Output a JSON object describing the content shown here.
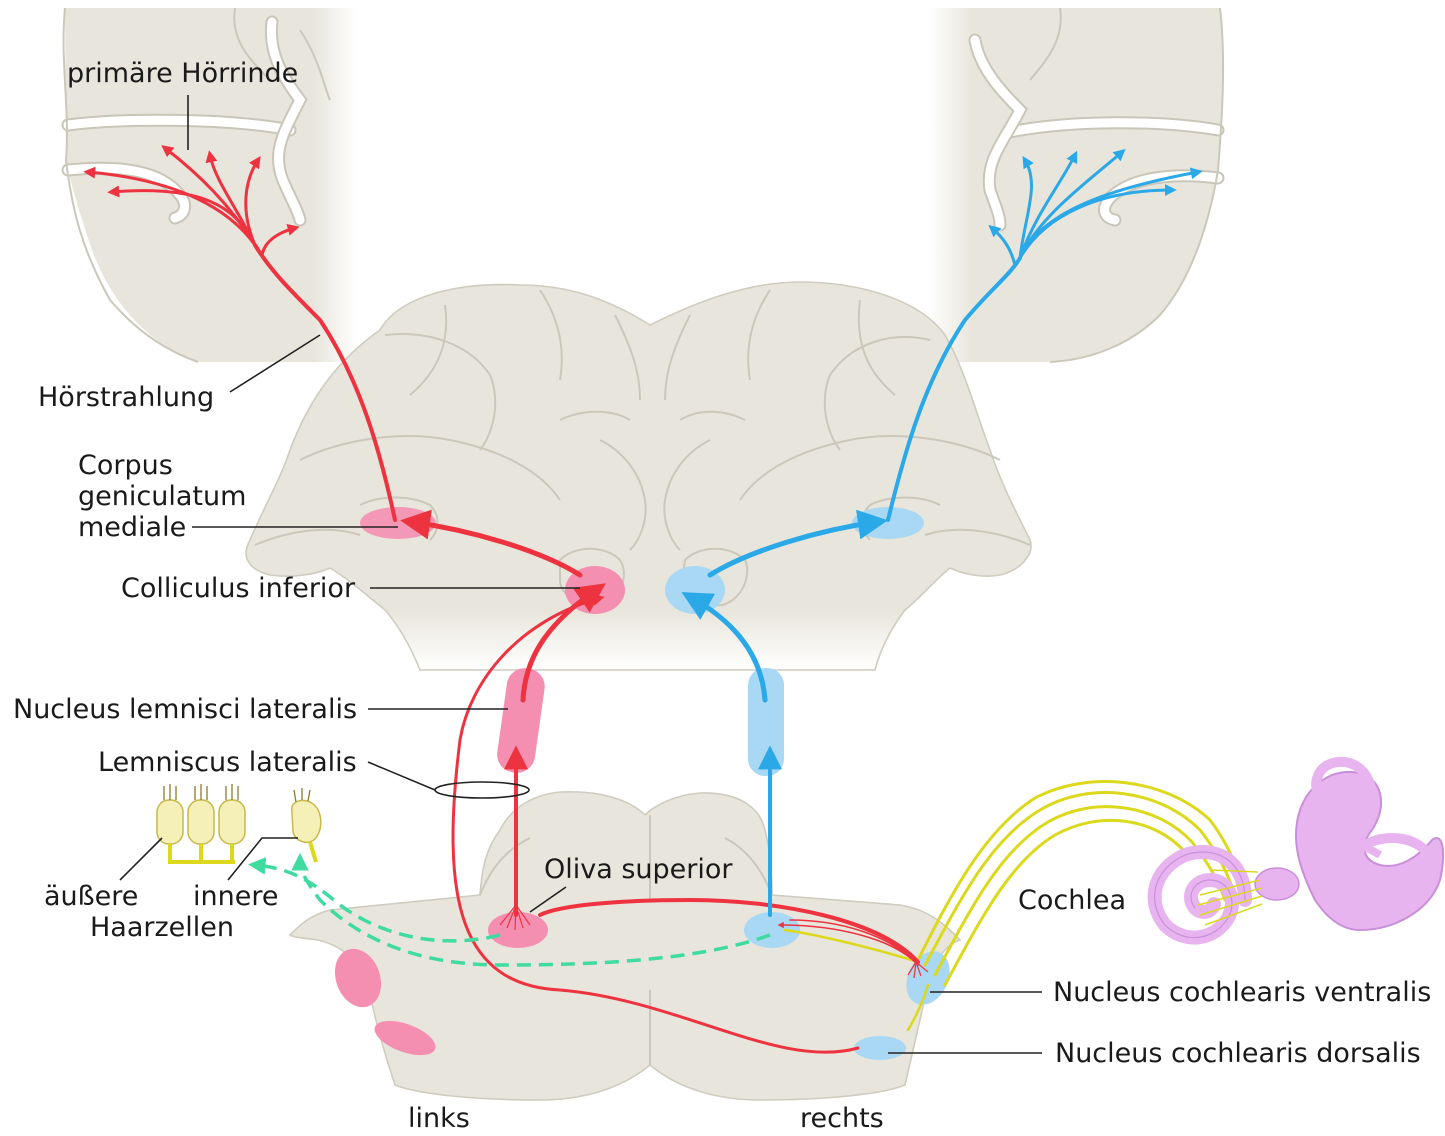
{
  "labels": {
    "primary_cortex": "primäre Hörrinde",
    "radiation": "Hörstrahlung",
    "cgm_line1": "Corpus",
    "cgm_line2": "geniculatum",
    "cgm_line3": "mediale",
    "colliculus": "Colliculus inferior",
    "nll": "Nucleus lemnisci lateralis",
    "ll": "Lemniscus lateralis",
    "oliva": "Oliva superior",
    "outer_hc": "äußere",
    "inner_hc": "innere",
    "haircells": "Haarzellen",
    "cochlea": "Cochlea",
    "ncv": "Nucleus cochlearis ventralis",
    "ncd": "Nucleus cochlearis dorsalis",
    "left": "links",
    "right": "rechts"
  },
  "colors": {
    "left_pathway": "#ee3340",
    "right_pathway": "#2aa8e8",
    "left_nuclei": "#f48fb1",
    "right_nuclei": "#a8d8f4",
    "cochlear_nerve": "#dcd91c",
    "efferent": "#3fdba0",
    "cochlea": "#e8b4f0",
    "tissue": "#e8e6dc"
  }
}
